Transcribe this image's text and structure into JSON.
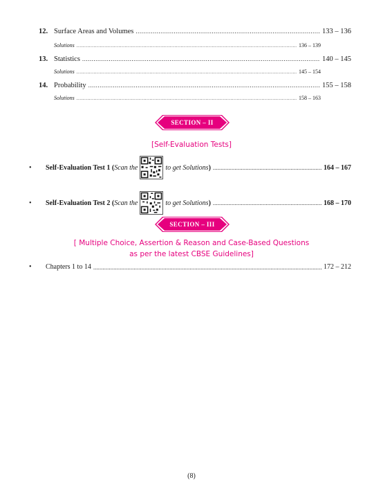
{
  "chapters": [
    {
      "num": "12.",
      "title": "Surface Areas and Volumes",
      "pages": "133  –  136",
      "solutions_label": "Solutions",
      "solutions_pages": "136  –  139"
    },
    {
      "num": "13.",
      "title": "Statistics",
      "pages": "140  –  145",
      "solutions_label": "Solutions",
      "solutions_pages": "145  –  154"
    },
    {
      "num": "14.",
      "title": "Probability",
      "pages": "155  –  158",
      "solutions_label": "Solutions",
      "solutions_pages": "158  –  163"
    }
  ],
  "section2": {
    "banner": "SECTION – II",
    "heading": "[Self-Evaluation Tests]",
    "tests": [
      {
        "bullet": "•",
        "title": "Self-Evaluation Test 1 (",
        "scan": "Scan the",
        "after": "to get Solutions",
        "close": ")",
        "pages": "164  –  167"
      },
      {
        "bullet": "•",
        "title": "Self-Evaluation Test 2 (",
        "scan": "Scan the",
        "after": "to get Solutions",
        "close": ")",
        "pages": "168  –  170"
      }
    ]
  },
  "section3": {
    "banner": "SECTION – III",
    "heading_line1": "[ Multiple Choice, Assertion & Reason and Case-Based Questions",
    "heading_line2": "as per the latest CBSE Guidelines]",
    "item": {
      "bullet": "•",
      "title": "Chapters 1 to 14",
      "pages": "172  –  212"
    }
  },
  "page_number": "(8)",
  "colors": {
    "accent": "#e6007e"
  }
}
